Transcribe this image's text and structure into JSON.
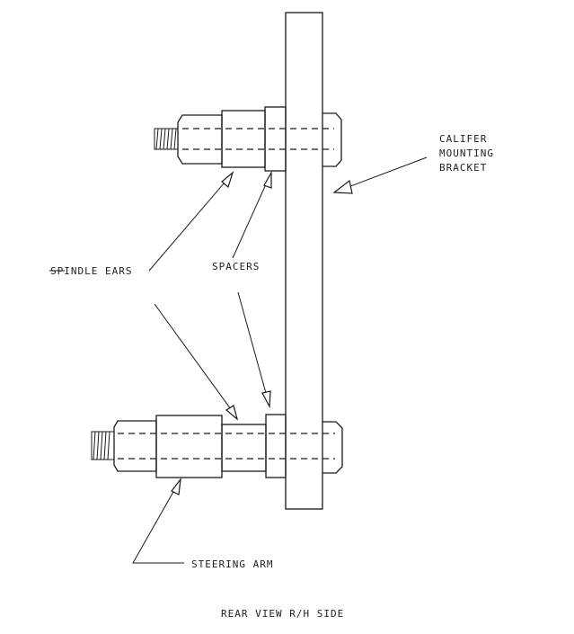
{
  "labels": {
    "caliper_line1": "CALIFER",
    "caliper_line2": "MOUNTING",
    "caliper_line3": "BRACKET",
    "spindle_ears": "SPINDLE EARS",
    "spacers": "SPACERS",
    "steering_arm": "STEERING ARM",
    "caption": "REAR VIEW R/H SIDE"
  }
}
